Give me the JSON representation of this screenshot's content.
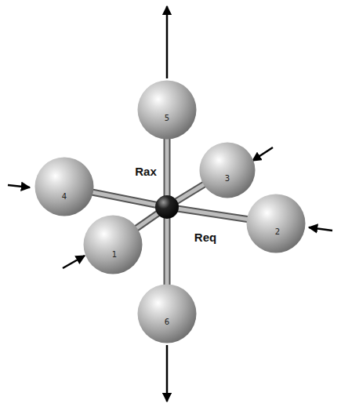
{
  "diagram": {
    "nodes": [
      {
        "text": [
          "5"
        ]
      },
      {
        "text": [
          "4"
        ]
      },
      {
        "text": [
          "3"
        ]
      },
      {
        "text": [
          "1"
        ]
      },
      {
        "text": [
          "2"
        ]
      },
      {
        "text": [
          "6"
        ]
      }
    ],
    "labels": [
      "Rax",
      "Req"
    ]
  }
}
